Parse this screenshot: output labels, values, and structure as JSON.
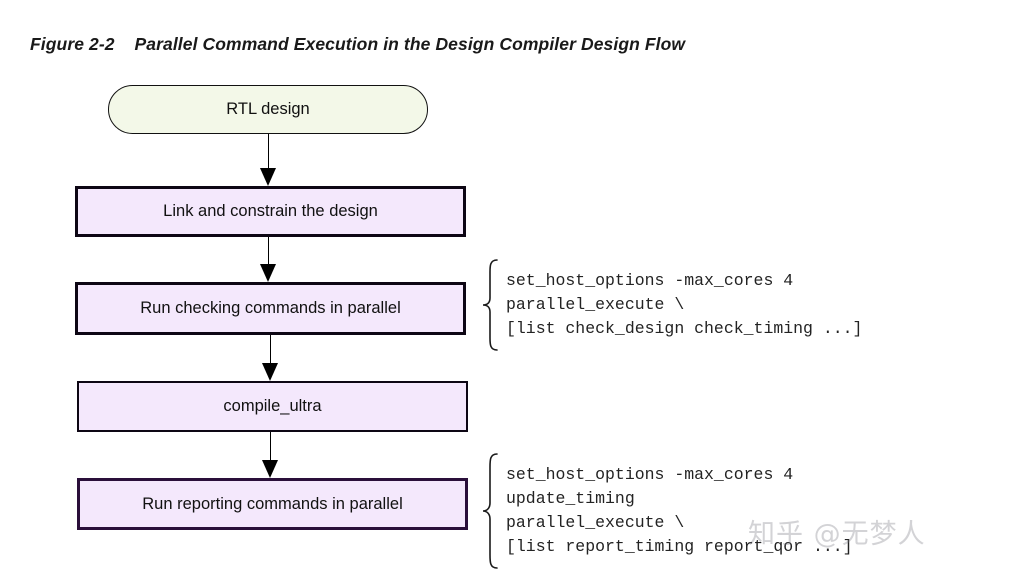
{
  "figure": {
    "label": "Figure 2-2",
    "title": "Parallel Command Execution in the Design Compiler Design Flow",
    "full_caption": "Figure 2-2    Parallel Command Execution in the Design Compiler Design Flow"
  },
  "colors": {
    "start_fill": "#f3f8e8",
    "process_fill": "#f4e8fc",
    "border": "#0d0614",
    "text": "#111111",
    "code_text": "#232323",
    "watermark": "rgba(120,120,130,0.33)"
  },
  "flow": {
    "nodes": [
      {
        "id": "rtl-design",
        "label": "RTL design",
        "shape": "stadium",
        "fill": "#f3f8e8"
      },
      {
        "id": "link-constrain",
        "label": "Link and constrain the design",
        "shape": "rect",
        "fill": "#f4e8fc"
      },
      {
        "id": "run-checking",
        "label": "Run checking commands in parallel",
        "shape": "rect",
        "fill": "#f4e8fc"
      },
      {
        "id": "compile-ultra",
        "label": "compile_ultra",
        "shape": "rect",
        "fill": "#f4e8fc"
      },
      {
        "id": "run-reporting",
        "label": "Run reporting commands in parallel",
        "shape": "rect",
        "fill": "#f4e8fc"
      }
    ],
    "edges": [
      {
        "from": "rtl-design",
        "to": "link-constrain"
      },
      {
        "from": "link-constrain",
        "to": "run-checking"
      },
      {
        "from": "run-checking",
        "to": "compile-ultra"
      },
      {
        "from": "compile-ultra",
        "to": "run-reporting"
      }
    ]
  },
  "annotations": [
    {
      "id": "checking-commands-script",
      "attached_to": "run-checking",
      "lines": [
        "set_host_options -max_cores 4",
        "parallel_execute \\",
        "[list check_design check_timing ...]"
      ]
    },
    {
      "id": "reporting-commands-script",
      "attached_to": "run-reporting",
      "lines": [
        "set_host_options -max_cores 4",
        "update_timing",
        "parallel_execute \\",
        "[list report_timing report_qor ...]"
      ]
    }
  ],
  "watermark": {
    "text": "知乎 @无梦人"
  }
}
